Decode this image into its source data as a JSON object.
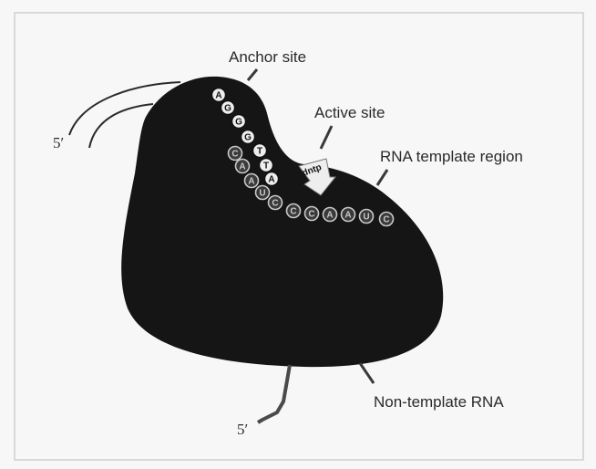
{
  "labels": {
    "anchor_site": "Anchor site",
    "active_site": "Active site",
    "rna_template_region": "RNA template region",
    "non_template_rna": "Non-template RNA",
    "five_prime_top": "5′",
    "five_prime_bottom": "5′",
    "dntp": "dntp"
  },
  "dna_strand": [
    "A",
    "G",
    "G",
    "G",
    "T",
    "T",
    "A"
  ],
  "rna_template": [
    "C",
    "A",
    "A",
    "U",
    "C",
    "C",
    "C",
    "A",
    "A",
    "U",
    "C"
  ],
  "colors": {
    "enzyme": "#151515",
    "paper": "#f7f7f7",
    "ink": "#2a2a2a"
  }
}
